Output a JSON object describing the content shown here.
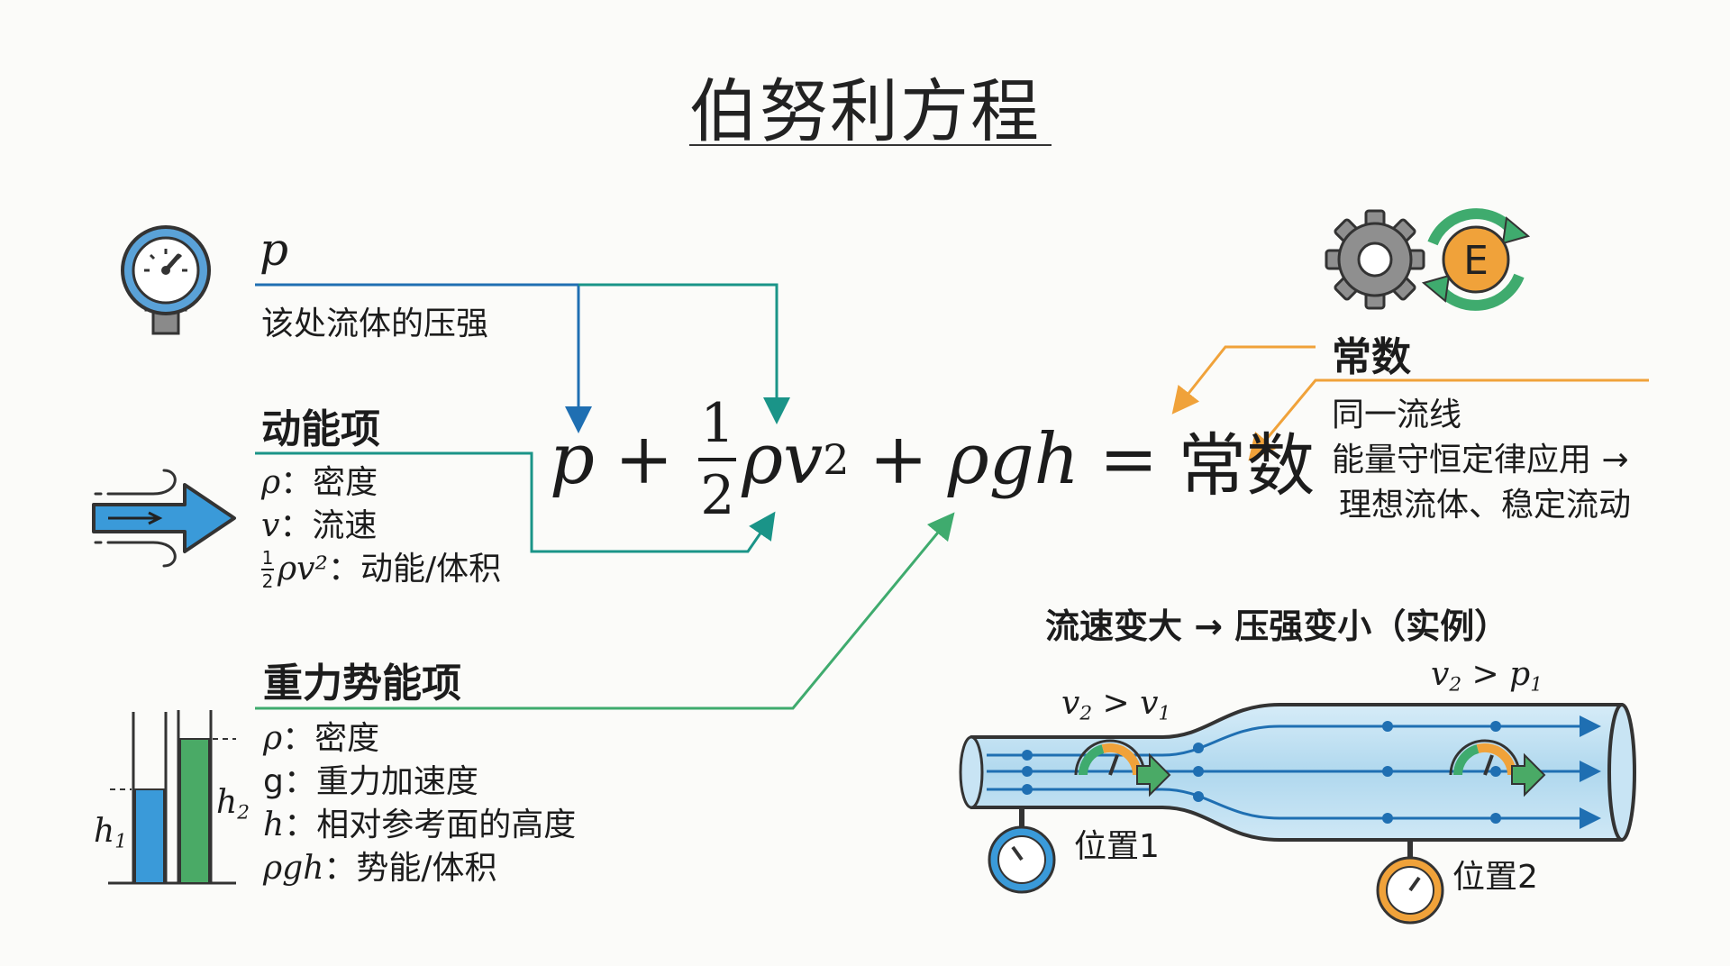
{
  "title": "伯努利方程",
  "pressure": {
    "symbol": "p",
    "description": "该处流体的压强"
  },
  "kinetic": {
    "heading": "动能项",
    "rho_sym": "ρ",
    "rho_desc": "：密度",
    "v_sym": "v",
    "v_desc": "：流速",
    "frac_num": "1",
    "frac_den": "2",
    "term_sym": "ρv²",
    "term_desc": "：动能/体积"
  },
  "potential": {
    "heading": "重力势能项",
    "rho_sym": "ρ",
    "rho_desc": "：密度",
    "g_sym": "g",
    "g_desc": "：重力加速度",
    "h_sym": "h",
    "h_desc": "：相对参考面的高度",
    "term_sym": "ρgh",
    "term_desc": "：势能/体积",
    "h1_base": "h",
    "h1_sub": "1",
    "h2_base": "h",
    "h2_sub": "2"
  },
  "equation": {
    "p": "p",
    "plus1": "+",
    "frac_num": "1",
    "frac_den": "2",
    "rho_v": "ρv",
    "sq": "2",
    "plus2": "+",
    "rho_g_h": "ρgh",
    "equals": "=",
    "constant": "常数"
  },
  "constant_panel": {
    "heading": "常数",
    "energy_letter": "E",
    "line1": "同一流线",
    "line2": "能量守恒定律应用 →",
    "line3": "理想流体、稳定流动"
  },
  "example": {
    "heading": "流速变大 → 压强变小（实例）",
    "v_label_a": "v",
    "v_label_a_sub": "2",
    "v_label_a_op": " > ",
    "v_label_a_b": "v",
    "v_label_a_b_sub": "1",
    "v_label_b": "v",
    "v_label_b_sub": "2",
    "v_label_b_op": " > ",
    "v_label_b_b": "p",
    "v_label_b_b_sub": "1",
    "pos1": "位置1",
    "pos2": "位置2"
  },
  "colors": {
    "blue": "#1f6fb2",
    "teal": "#1a9488",
    "green": "#3fab6e",
    "orange": "#f0a23a",
    "pipe_fill": "#b8dcf0",
    "bar_blue": "#3a9ad9",
    "bar_green": "#4aaa66"
  }
}
